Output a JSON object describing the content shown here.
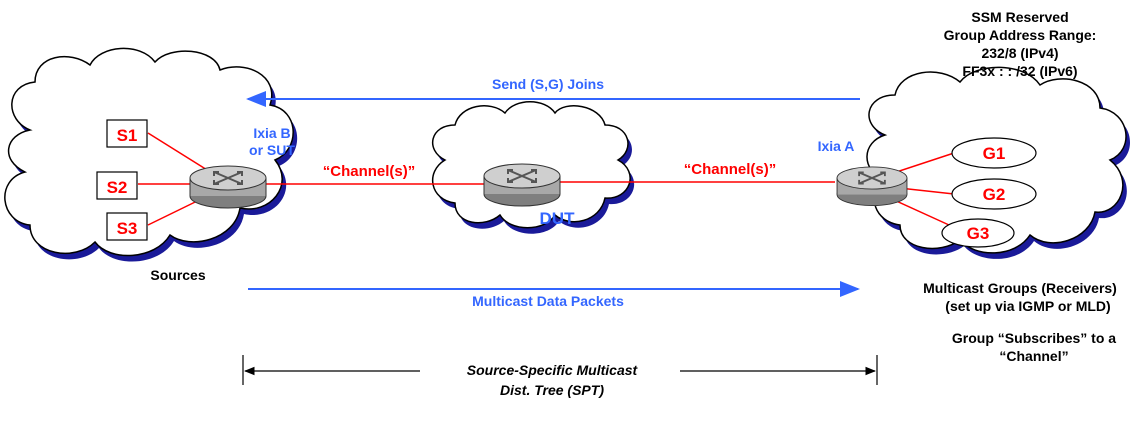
{
  "ssm_box": {
    "line1": "SSM Reserved",
    "line2": "Group Address Range:",
    "line3": "232/8 (IPv4)",
    "line4": "FF3x : : /32 (IPv6)"
  },
  "joins_label": "Send (S,G) Joins",
  "data_label": "Multicast Data Packets",
  "ixia_b": {
    "line1": "Ixia B",
    "line2": "or SUT"
  },
  "ixia_a": "Ixia A",
  "dut": "DUT",
  "channel_left": "“Channel(s)”",
  "channel_right": "“Channel(s)”",
  "sources_label": "Sources",
  "sources": [
    "S1",
    "S2",
    "S3"
  ],
  "groups": [
    "G1",
    "G2",
    "G3"
  ],
  "receivers": {
    "line1": "Multicast Groups (Receivers)",
    "line2": "(set up via IGMP or MLD)"
  },
  "subscribe": {
    "line1": "Group “Subscribes” to a",
    "line2": "“Channel”"
  },
  "spt": {
    "line1": "Source-Specific Multicast",
    "line2": "Dist. Tree (SPT)"
  },
  "colors": {
    "red": "#ff0000",
    "blue": "#3366ff",
    "cloud_shadow": "#1a1a99",
    "router": "#a8a8a8"
  },
  "icons": [
    "cloud-icon",
    "router-icon",
    "arrow-icon"
  ]
}
